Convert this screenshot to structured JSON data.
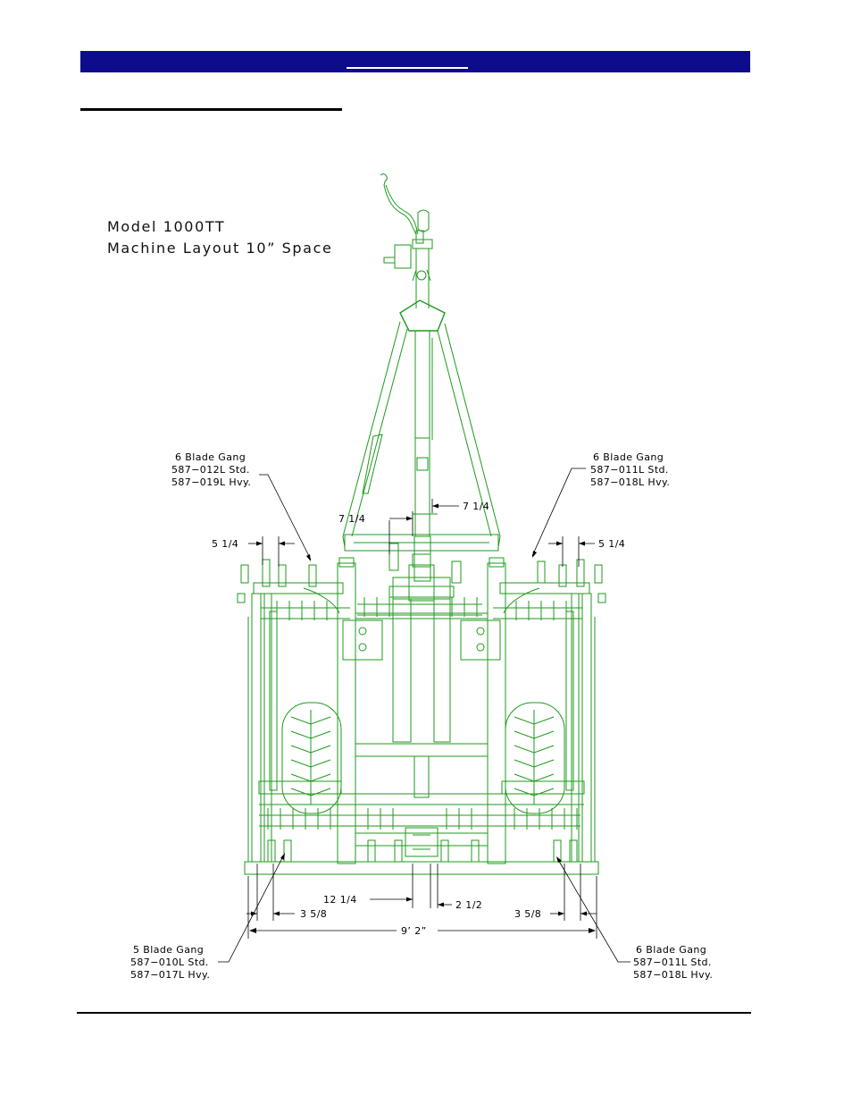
{
  "header": {
    "bar_color": "#0c0c8c",
    "underline_color": "#ffffff"
  },
  "diagram": {
    "title_lines": [
      "Model 1000TT",
      "Machine Layout 10” Space"
    ],
    "line_color": "#1d9a1d",
    "callouts": {
      "top_left": [
        "6 Blade Gang",
        "587−012L Std.",
        "587−019L Hvy."
      ],
      "top_right": [
        "6 Blade Gang",
        "587−011L Std.",
        "587−018L Hvy."
      ],
      "bottom_left": [
        "5 Blade Gang",
        "587−010L Std.",
        "587−017L Hvy."
      ],
      "bottom_right": [
        "6 Blade Gang",
        "587−011L Std.",
        "587−018L Hvy."
      ]
    },
    "dimensions": {
      "center_left": "7 1/4",
      "center_right": "7 1/4",
      "gang_left": "5 1/4",
      "gang_right": "5 1/4",
      "rear_center_left": "12 1/4",
      "rear_center_right": "2 1/2",
      "rear_left": "3 5/8",
      "rear_right": "3 5/8",
      "overall_width": "9’ 2”"
    }
  }
}
